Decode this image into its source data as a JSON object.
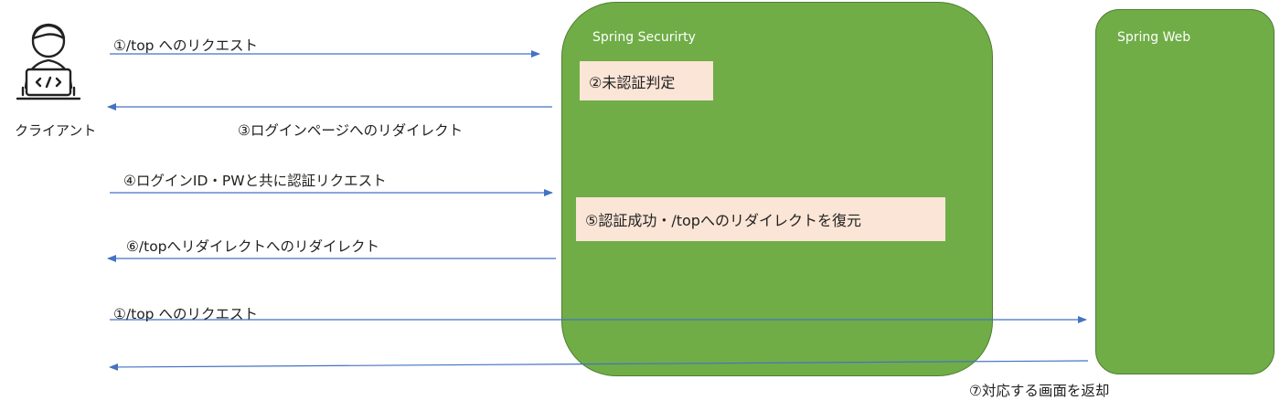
{
  "client": {
    "label": "クライアント",
    "icon": "developer-laptop-icon"
  },
  "security": {
    "title": "Spring Securirty"
  },
  "web": {
    "title": "Spring Web"
  },
  "notes": {
    "n2": "②未認証判定",
    "n5": "⑤認証成功・/topへのリダイレクトを復元"
  },
  "messages": {
    "m1": "①/top へのリクエスト",
    "m3": "③ログインページへのリダイレクト",
    "m4": "④ログインID・PWと共に認証リクエスト",
    "m6": "⑥/topへリダイレクトへのリダイレクト",
    "m1b": "①/top へのリクエスト",
    "m7": "⑦対応する画面を返却"
  },
  "colors": {
    "box_fill": "#70ad47",
    "box_border": "#507e32",
    "note_fill": "#fbe5d6",
    "arrow": "#4472c4"
  }
}
